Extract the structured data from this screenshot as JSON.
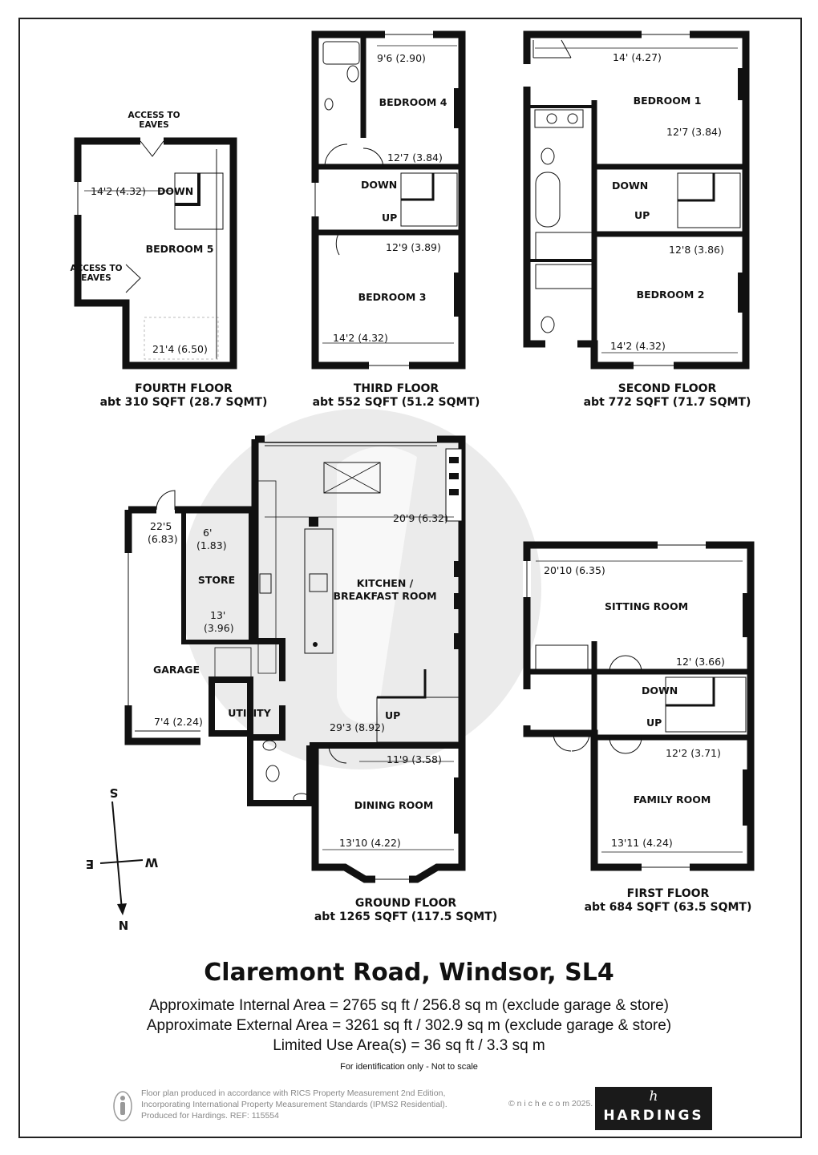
{
  "property": {
    "title": "Claremont Road, Windsor, SL4",
    "internal_area": "Approximate Internal Area = 2765 sq ft / 256.8 sq m (exclude garage & store)",
    "external_area": "Approximate External Area = 3261 sq ft / 302.9 sq m (exclude garage & store)",
    "limited_use": "Limited Use Area(s) = 36 sq ft / 3.3 sq m",
    "scale_note": "For identification only - Not to scale"
  },
  "floors": {
    "fourth": {
      "name": "FOURTH FLOOR",
      "area": "abt 310 SQFT (28.7 SQMT)",
      "labels": {
        "bedroom5": "BEDROOM 5",
        "access_top_1": "ACCESS TO",
        "access_top_2": "EAVES",
        "access_side_1": "ACCESS TO",
        "access_side_2": "EAVES",
        "down": "DOWN"
      },
      "dims": {
        "width": "14'2 (4.32)",
        "length": "21'4 (6.50)"
      }
    },
    "third": {
      "name": "THIRD FLOOR",
      "area": "abt 552 SQFT (51.2 SQMT)",
      "labels": {
        "bedroom4": "BEDROOM 4",
        "bedroom3": "BEDROOM 3",
        "down": "DOWN",
        "up": "UP"
      },
      "dims": {
        "b4_w": "9'6 (2.90)",
        "b4_l": "12'7 (3.84)",
        "b3_l": "12'9 (3.89)",
        "b3_w": "14'2 (4.32)"
      }
    },
    "second": {
      "name": "SECOND FLOOR",
      "area": "abt 772 SQFT (71.7 SQMT)",
      "labels": {
        "bedroom1": "BEDROOM 1",
        "bedroom2": "BEDROOM 2",
        "down": "DOWN",
        "up": "UP"
      },
      "dims": {
        "b1_w": "14' (4.27)",
        "b1_l": "12'7 (3.84)",
        "b2_l": "12'8 (3.86)",
        "b2_w": "14'2 (4.32)"
      }
    },
    "ground": {
      "name": "GROUND FLOOR",
      "area": "abt 1265 SQFT (117.5 SQMT)",
      "labels": {
        "kitchen1": "KITCHEN /",
        "kitchen2": "BREAKFAST ROOM",
        "store": "STORE",
        "garage": "GARAGE",
        "utility": "UTILITY",
        "dining": "DINING ROOM",
        "up": "UP"
      },
      "dims": {
        "garage_l1": "22'5",
        "garage_l2": "(6.83)",
        "garage_w": "7'4 (2.24)",
        "store_w1": "6'",
        "store_w2": "(1.83)",
        "store_l1": "13'",
        "store_l2": "(3.96)",
        "kitchen_w": "20'9 (6.32)",
        "kitchen_l": "29'3 (8.92)",
        "dining_l": "11'9 (3.58)",
        "dining_w": "13'10 (4.22)"
      }
    },
    "first": {
      "name": "FIRST FLOOR",
      "area": "abt 684 SQFT (63.5 SQMT)",
      "labels": {
        "sitting": "SITTING ROOM",
        "family": "FAMILY ROOM",
        "down": "DOWN",
        "up": "UP"
      },
      "dims": {
        "sitting_w": "20'10 (6.35)",
        "sitting_l": "12' (3.66)",
        "family_l": "12'2 (3.71)",
        "family_w": "13'11 (4.24)"
      }
    }
  },
  "compass": {
    "s": "S",
    "n": "N",
    "w": "W",
    "e": "E"
  },
  "footer": {
    "line1": "Floor plan produced in accordance with RICS Property Measurement 2nd Edition,",
    "line2": "Incorporating International Property Measurement Standards (IPMS2 Residential).",
    "line3": "Produced for Hardings.   REF: 115554",
    "copyright": "© n i c h e c o m 2025.",
    "brand": "HARDINGS",
    "brand_mark": "h"
  },
  "colors": {
    "wall": "#111111",
    "watermark": "#e6e6e6",
    "frame": "#222222"
  }
}
